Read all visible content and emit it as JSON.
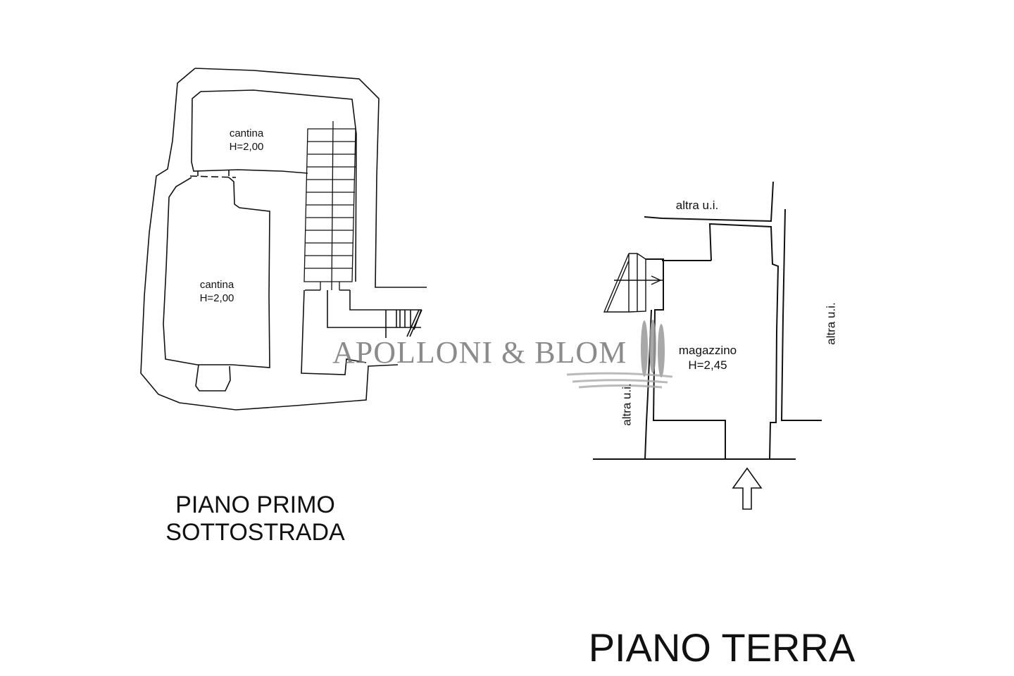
{
  "left_plan": {
    "rooms": [
      {
        "name": "cantina",
        "height": "H=2,00"
      },
      {
        "name": "cantina",
        "height": "H=2,00"
      }
    ],
    "title_line1": "PIANO PRIMO",
    "title_line2": "SOTTOSTRADA"
  },
  "right_plan": {
    "room": {
      "name": "magazzino",
      "height": "H=2,45"
    },
    "neighbors": [
      "altra u.i.",
      "altra u.i.",
      "altra u.i."
    ],
    "title": "PIANO TERRA"
  },
  "watermark": "APOLLONI & BLOM",
  "colors": {
    "line": "#111111",
    "watermark": "#777777"
  }
}
